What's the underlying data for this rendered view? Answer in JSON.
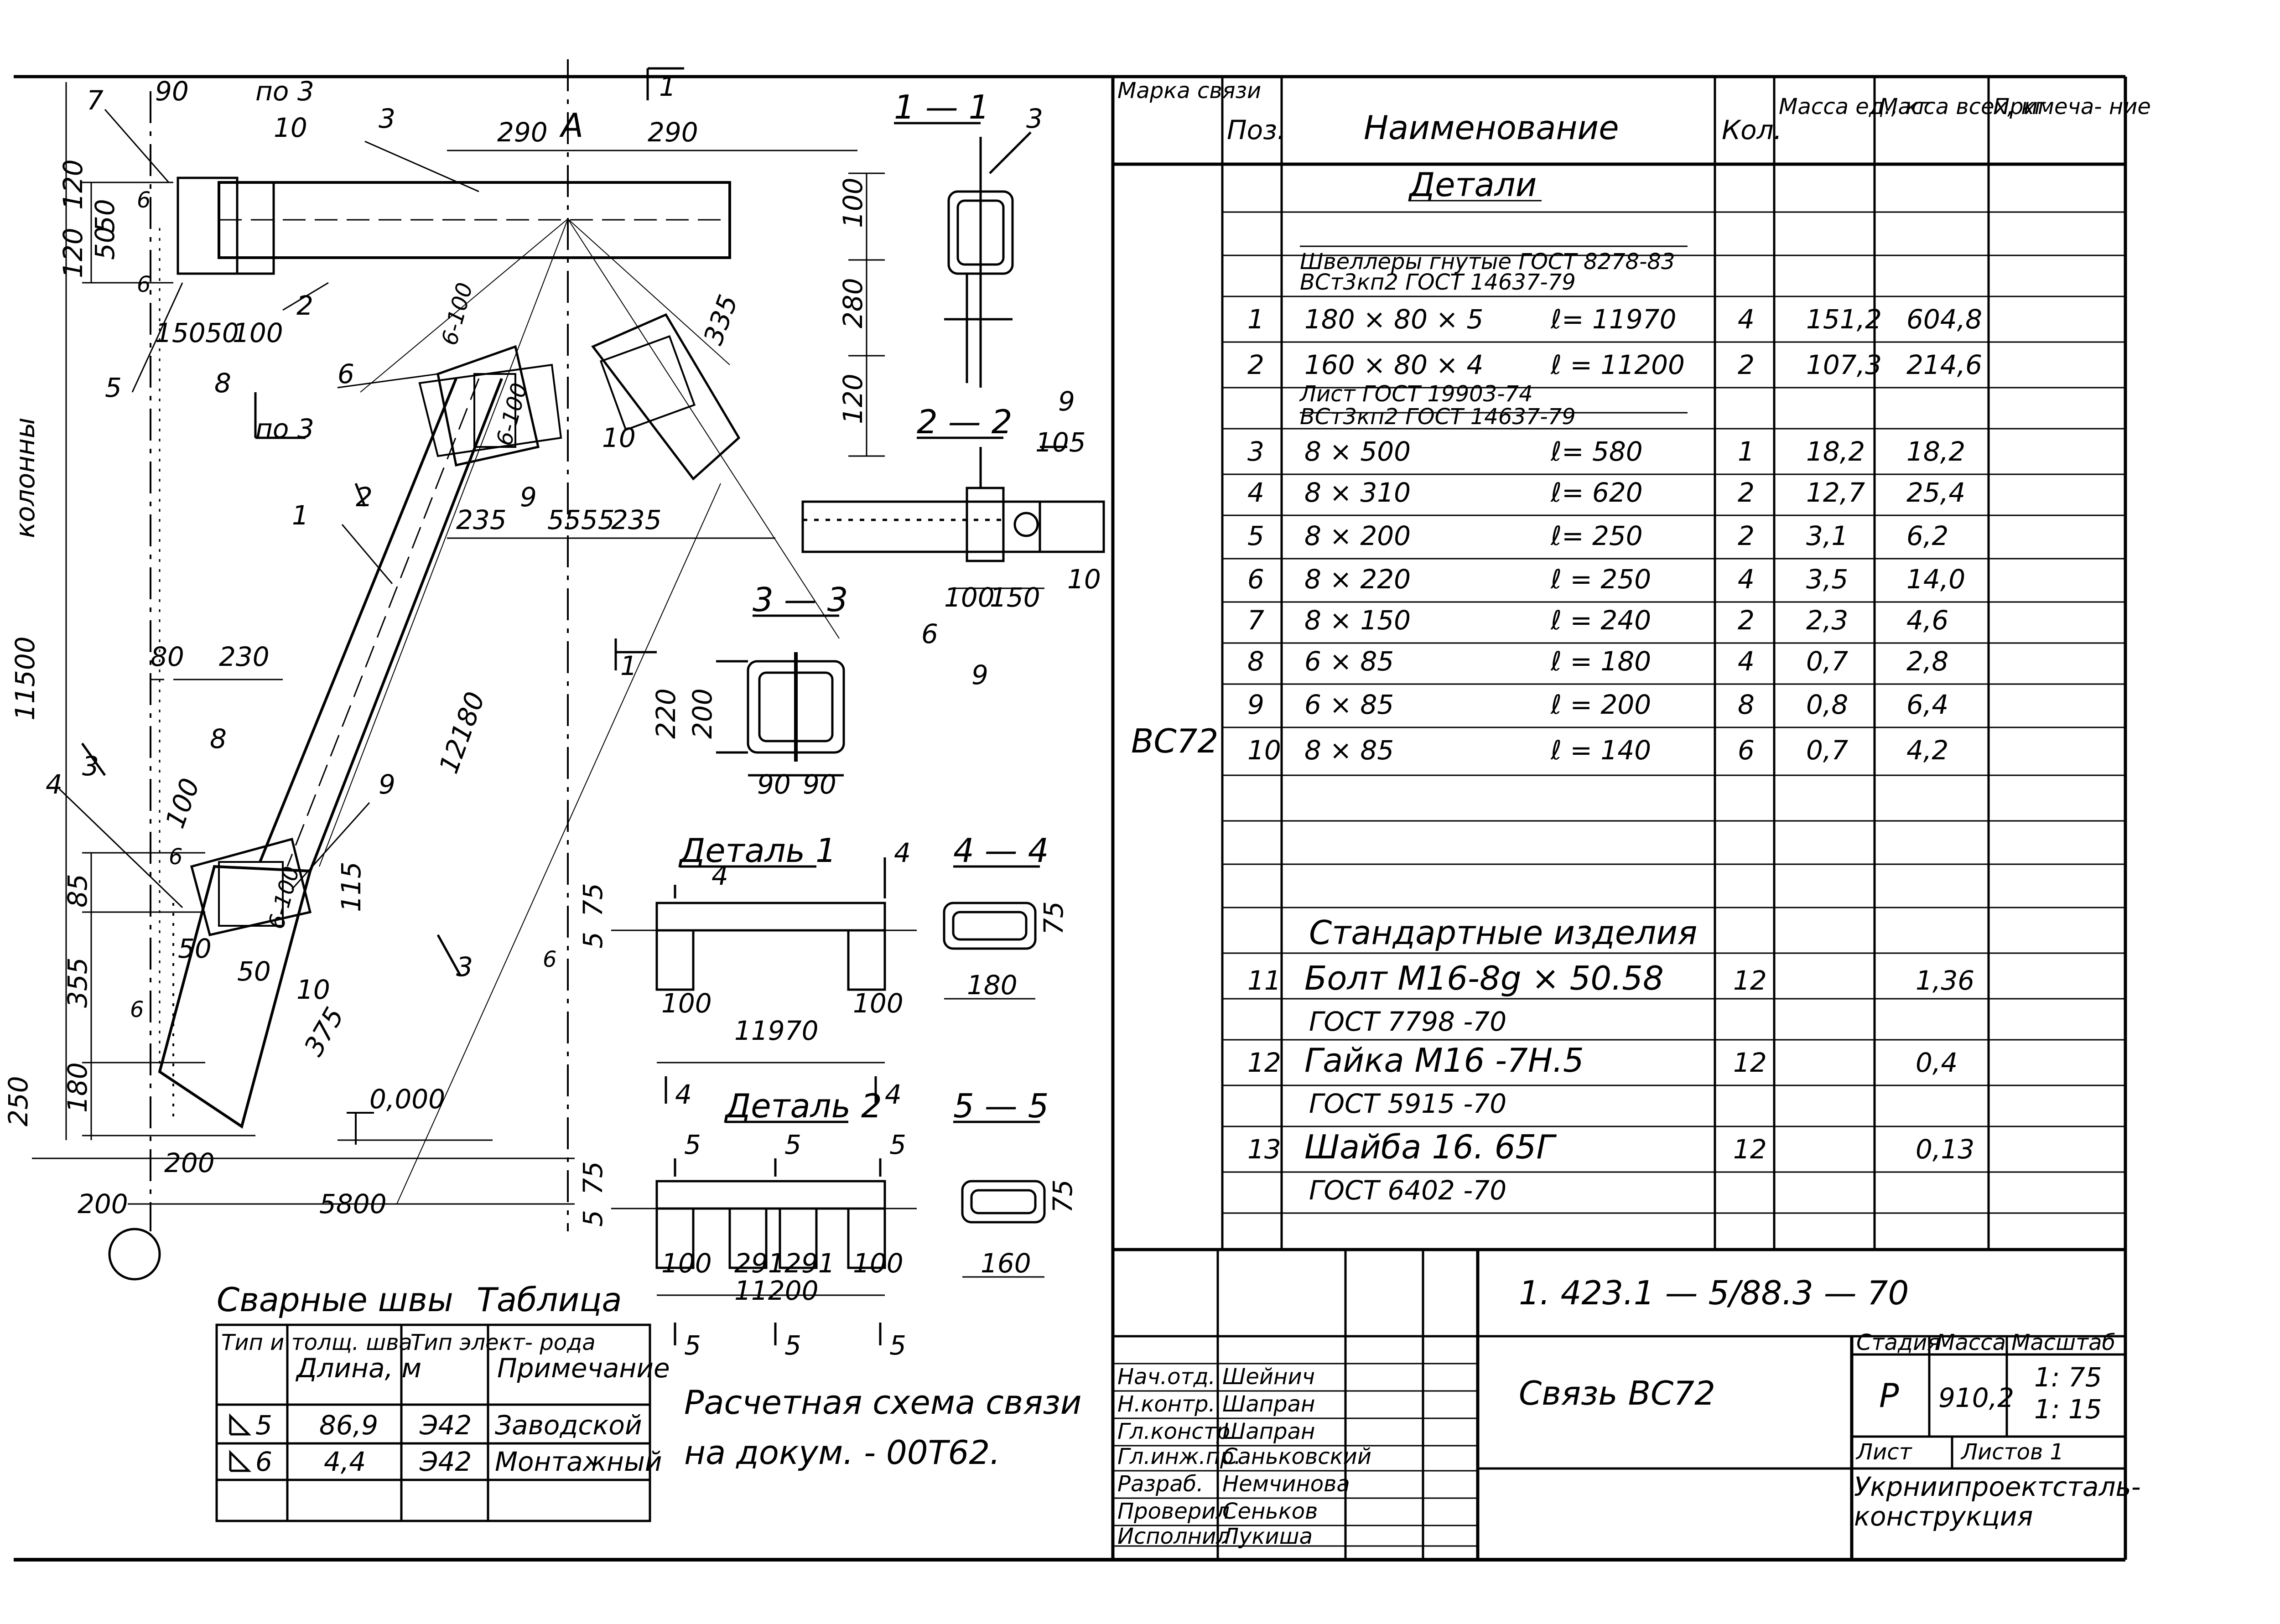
{
  "drawing": {
    "axis_symbol": "A",
    "dims": {
      "d90": "90",
      "po3a": "по 3",
      "po3b": "10",
      "d290a": "290",
      "d290b": "290",
      "d120a": "120",
      "d50a": "50",
      "d50b": "50",
      "d120b": "120",
      "d150": "150",
      "d50c": "50",
      "d100a": "100",
      "po3c": "по 3",
      "d6100a": "6-100",
      "d6100b": "6-100",
      "d6100c": "6-100",
      "d335": "335",
      "d100r": "100",
      "d280": "280",
      "d120r": "120",
      "d235a": "235",
      "d5555": "5555",
      "d235b": "235",
      "d11500": "11500",
      "kolonny": "колонны",
      "d80": "80",
      "d230": "230",
      "d12180": "12180",
      "d85": "85",
      "d355": "355",
      "d180": "180",
      "d250": "250",
      "d100b": "100",
      "d50d": "50",
      "d50e": "50",
      "d375": "375",
      "d115": "115",
      "d6a": "6",
      "d6b": "6",
      "d6c": "6",
      "d6d": "6",
      "d200a": "200",
      "d200b": "200",
      "d5800": "5800",
      "level": "0,000"
    },
    "positions": {
      "p1": "1",
      "p2": "2",
      "p3": "3",
      "p4": "4",
      "p5": "5",
      "p6": "6",
      "p7": "7",
      "p8": "8",
      "p8b": "8",
      "p9": "9",
      "p9b": "9",
      "p10": "10",
      "p10b": "10",
      "p6b": "6"
    },
    "section_marks": {
      "s1": "1",
      "s2": "2",
      "s3": "3"
    }
  },
  "sections": {
    "s11": {
      "title": "1 — 1",
      "pos": "3"
    },
    "s22": {
      "title": "2 — 2",
      "d105": "105",
      "d100": "100",
      "d150": "150",
      "p9": "9",
      "p10": "10"
    },
    "s33": {
      "title": "3 — 3",
      "d220": "220",
      "d200": "200",
      "d90a": "90",
      "d90b": "90",
      "p6": "6",
      "p9": "9",
      "mark": "1"
    },
    "detail1": {
      "title": "Деталь 1",
      "mark": "4",
      "d5": "5",
      "d75": "75",
      "d100a": "100",
      "d100b": "100",
      "len": "11970",
      "m4": "4",
      "m4b": "4"
    },
    "s44": {
      "title": "4 — 4",
      "d75": "75",
      "d180": "180"
    },
    "detail2": {
      "title": "Деталь 2",
      "m5a": "5",
      "m5b": "5",
      "m5c": "5",
      "d5": "5",
      "d75": "75",
      "d100a": "100",
      "d291a": "291",
      "d291b": "291",
      "d100b": "100",
      "len": "11200",
      "b5a": "5",
      "b5b": "5",
      "b5c": "5"
    },
    "s55": {
      "title": "5 — 5",
      "d75": "75",
      "d160": "160"
    }
  },
  "weld_table": {
    "title_left": "Сварные швы",
    "title_right": "Таблица",
    "headers": [
      "Тип и толщ. шва",
      "Длина, м",
      "Тип элект- рода",
      "Примечание"
    ],
    "rows": [
      {
        "type": "5",
        "length": "86,9",
        "electrode": "Э42",
        "note": "Заводской"
      },
      {
        "type": "6",
        "length": "4,4",
        "electrode": "Э42",
        "note": "Монтажный"
      }
    ]
  },
  "calc_note": {
    "line1": "Расчетная схема связи",
    "line2": "на докум. - 00Т62."
  },
  "spec": {
    "headers": [
      "Марка связи",
      "Поз.",
      "Наименование",
      "Кол.",
      "Масса ед., кг",
      "Масса всех, кг",
      "Примеча- ние"
    ],
    "mark": "ВС72",
    "section_details": "Детали",
    "gost1_line1": "Швеллеры гнутые ГОСТ 8278-83",
    "gost1_line2": "ВСт3кп2 ГОСТ 14637-79",
    "gost2_line1": "Лист ГОСТ 19903-74",
    "gost2_line2": "ВСт3кп2 ГОСТ 14637-79",
    "rows": [
      {
        "pos": "1",
        "name": "180 × 80 × 5",
        "len": "ℓ= 11970",
        "qty": "4",
        "m1": "151,2",
        "mall": "604,8"
      },
      {
        "pos": "2",
        "name": "160 × 80 × 4",
        "len": "ℓ = 11200",
        "qty": "2",
        "m1": "107,3",
        "mall": "214,6"
      },
      {
        "pos": "3",
        "name": "8 × 500",
        "len": "ℓ= 580",
        "qty": "1",
        "m1": "18,2",
        "mall": "18,2"
      },
      {
        "pos": "4",
        "name": "8 × 310",
        "len": "ℓ= 620",
        "qty": "2",
        "m1": "12,7",
        "mall": "25,4"
      },
      {
        "pos": "5",
        "name": "8 × 200",
        "len": "ℓ= 250",
        "qty": "2",
        "m1": "3,1",
        "mall": "6,2"
      },
      {
        "pos": "6",
        "name": "8 × 220",
        "len": "ℓ = 250",
        "qty": "4",
        "m1": "3,5",
        "mall": "14,0"
      },
      {
        "pos": "7",
        "name": "8 × 150",
        "len": "ℓ = 240",
        "qty": "2",
        "m1": "2,3",
        "mall": "4,6"
      },
      {
        "pos": "8",
        "name": "6 × 85",
        "len": "ℓ = 180",
        "qty": "4",
        "m1": "0,7",
        "mall": "2,8"
      },
      {
        "pos": "9",
        "name": "6 × 85",
        "len": "ℓ = 200",
        "qty": "8",
        "m1": "0,8",
        "mall": "6,4"
      },
      {
        "pos": "10",
        "name": "8 × 85",
        "len": "ℓ = 140",
        "qty": "6",
        "m1": "0,7",
        "mall": "4,2"
      }
    ],
    "section_std": "Стандартные изделия",
    "std": [
      {
        "pos": "11",
        "name": "Болт М16-8g × 50.58",
        "gost": "ГОСТ 7798 -70",
        "qty": "12",
        "mall": "1,36"
      },
      {
        "pos": "12",
        "name": "Гайка М16 -7Н.5",
        "gost": "ГОСТ 5915 -70",
        "qty": "12",
        "mall": "0,4"
      },
      {
        "pos": "13",
        "name": "Шайба 16. 65Г",
        "gost": "ГОСТ 6402 -70",
        "qty": "12",
        "mall": "0,13"
      }
    ]
  },
  "title_block": {
    "code": "1. 423.1 — 5/88.3 — 70",
    "name": "Связь ВС72",
    "stage_label": "Стадия",
    "mass_label": "Масса",
    "scale_label": "Масштаб",
    "stage": "Р",
    "mass": "910,2",
    "scale1": "1: 75",
    "scale2": "1: 15",
    "sheet_label": "Лист",
    "sheets_label": "Листов 1",
    "org_line1": "Укрниипроектсталь-",
    "org_line2": "конструкция",
    "staff": [
      {
        "role": "Нач.отд.",
        "name": "Шейнич"
      },
      {
        "role": "Н.контр.",
        "name": "Шапран"
      },
      {
        "role": "Гл.констр.",
        "name": "Шапран"
      },
      {
        "role": "Гл.инж.пр.",
        "name": "Саньковский"
      },
      {
        "role": "Разраб.",
        "name": "Немчинова"
      },
      {
        "role": "Проверил",
        "name": "Сеньков"
      },
      {
        "role": "Исполнил",
        "name": "Лукиша"
      }
    ]
  }
}
